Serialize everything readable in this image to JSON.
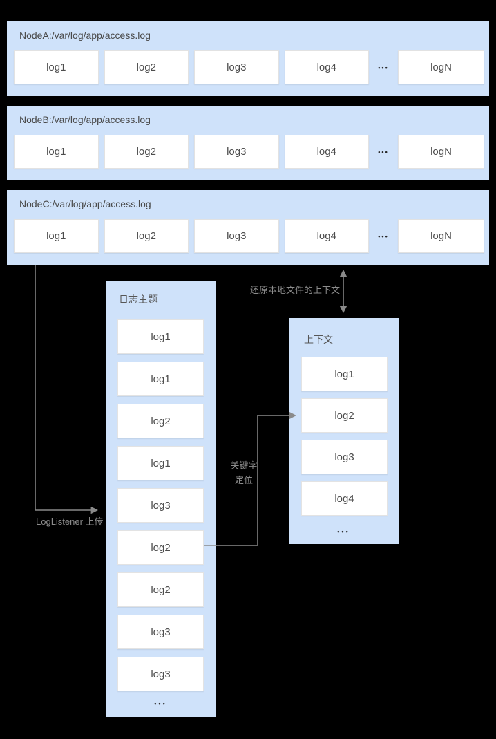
{
  "colors": {
    "background": "#000000",
    "panel_blue": "#cfe2fa",
    "box_white": "#ffffff",
    "arrow_gray": "#8a8a8a",
    "text_dark": "#4d4d4d",
    "label_gray": "#8c8c8c"
  },
  "symbols": {
    "ellipsis": "•••"
  },
  "nodes": [
    {
      "title": "NodeA:/var/log/app/access.log",
      "logs": [
        "log1",
        "log2",
        "log3",
        "log4"
      ],
      "last_log": "logN"
    },
    {
      "title": "NodeB:/var/log/app/access.log",
      "logs": [
        "log1",
        "log2",
        "log3",
        "log4"
      ],
      "last_log": "logN"
    },
    {
      "title": "NodeC:/var/log/app/access.log",
      "logs": [
        "log1",
        "log2",
        "log3",
        "log4"
      ],
      "last_log": "logN"
    }
  ],
  "topic": {
    "title": "日志主题",
    "items": [
      "log1",
      "log1",
      "log2",
      "log1",
      "log3",
      "log2",
      "log2",
      "log3",
      "log3"
    ]
  },
  "context": {
    "title": "上下文",
    "items": [
      "log1",
      "log2",
      "log3",
      "log4"
    ]
  },
  "labels": {
    "upload": "LogListener 上传",
    "restore": "还原本地文件的上下文",
    "keyword_line1": "关键字",
    "keyword_line2": "定位"
  }
}
